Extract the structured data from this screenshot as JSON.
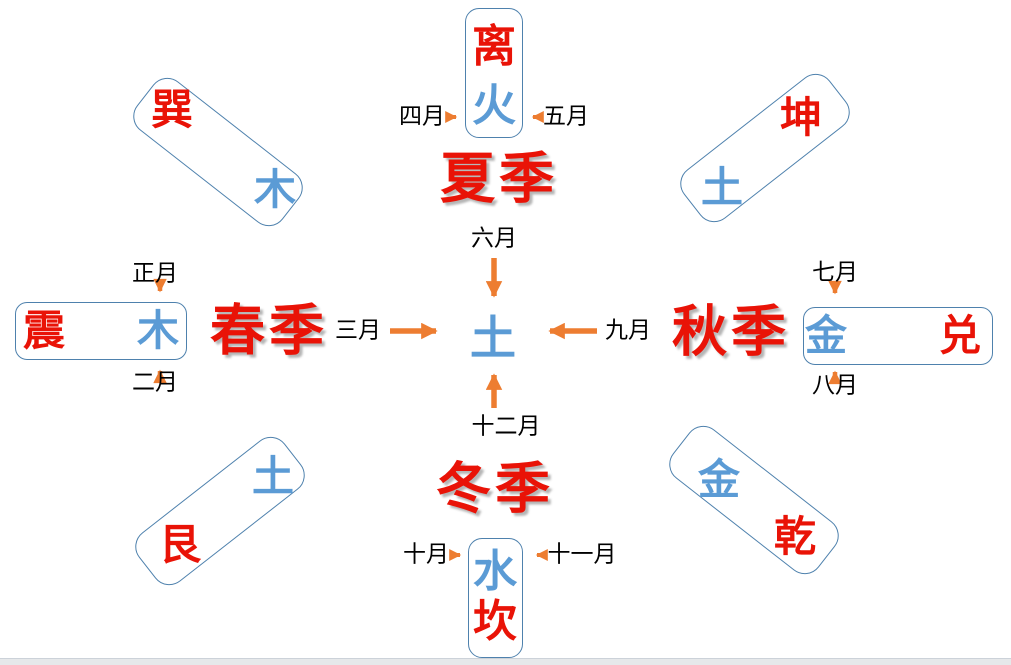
{
  "figure": {
    "title": "five-elements-eight-trigrams-seasons-diagram",
    "top": {
      "trigram": "离",
      "element": "火",
      "month_left": "四月",
      "month_right": "五月",
      "season": "夏季"
    },
    "left": {
      "trigram": "震",
      "element": "木",
      "month_above": "正月",
      "month_below": "二月",
      "season": "春季"
    },
    "right": {
      "trigram": "兑",
      "element": "金",
      "month_above": "七月",
      "month_below": "八月",
      "season": "秋季"
    },
    "bottom": {
      "trigram": "坎",
      "element": "水",
      "month_left": "十月",
      "month_right": "十一月",
      "season": "冬季"
    },
    "top_left": {
      "trigram": "巽",
      "element": "木"
    },
    "top_right": {
      "trigram": "坤",
      "element": "土"
    },
    "bottom_left": {
      "trigram": "艮",
      "element": "土"
    },
    "bottom_right": {
      "trigram": "乾",
      "element": "金"
    },
    "center": {
      "element": "土",
      "month_above": "六月",
      "month_left": "三月",
      "month_right": "九月",
      "month_below": "十二月"
    }
  },
  "colors": {
    "trigram_red": "#e91307",
    "element_blue": "#5b9bd5",
    "arrow_orange": "#ed7d31",
    "box_border": "#4e81ad",
    "month_text": "#000000",
    "background": "#ffffff",
    "bottom_bar": "#e6e8ea"
  }
}
